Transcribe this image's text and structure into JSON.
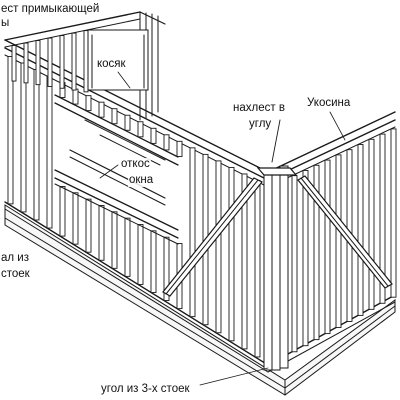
{
  "labels": {
    "top_left_partial": "ест примыкающей",
    "top_left_partial_2": "ы",
    "jamb": "косяк",
    "lap_in_corner_line1": "нахлест в",
    "lap_in_corner_line2": "углу",
    "brace": "Укосина",
    "window_reveal_line1": "откос",
    "window_reveal_line2": "окна",
    "left_partial_line1": "ал из",
    "left_partial_line2": "стоек",
    "corner_three_studs": "угол из 3-х стоек"
  }
}
